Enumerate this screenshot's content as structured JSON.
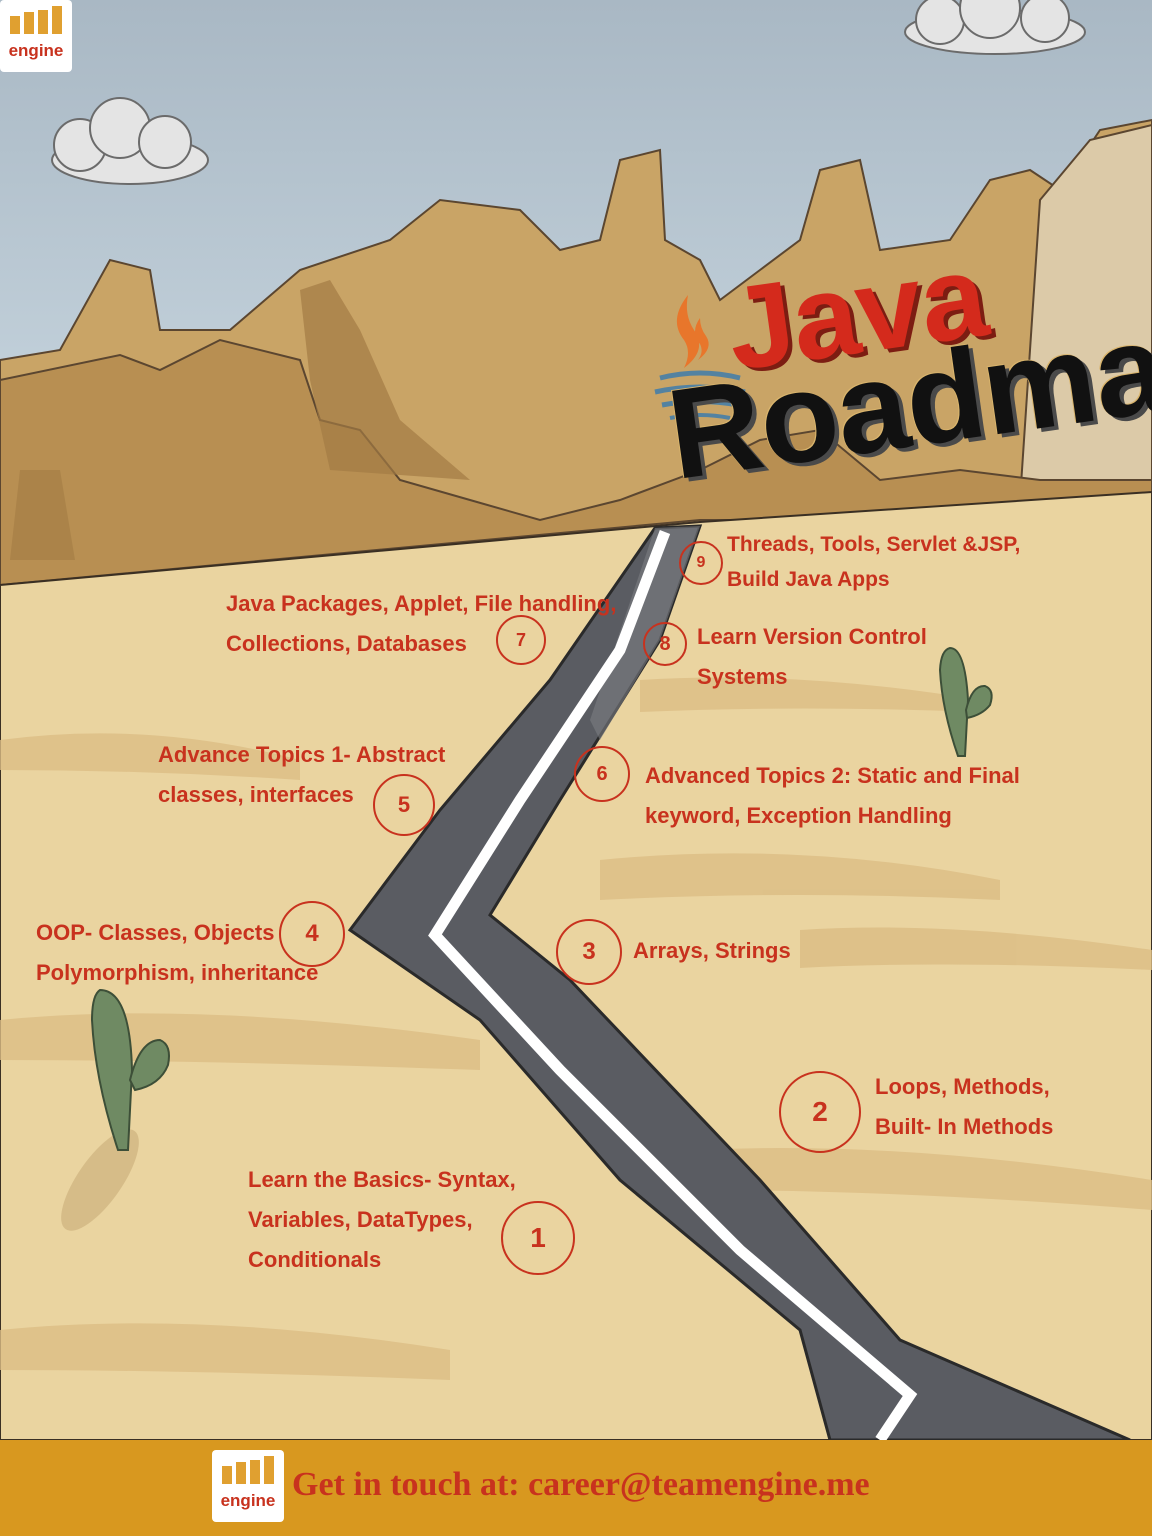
{
  "title": {
    "line1": "Java",
    "line2": "Roadmap"
  },
  "logo": {
    "word": "engine",
    "brand": "TeamEngine"
  },
  "steps": [
    {
      "number": "1",
      "lines": [
        "Learn the Basics- Syntax,",
        "Variables, DataTypes,",
        "Conditionals"
      ]
    },
    {
      "number": "2",
      "lines": [
        "Loops, Methods,",
        "Built- In Methods"
      ]
    },
    {
      "number": "3",
      "lines": [
        "Arrays, Strings"
      ]
    },
    {
      "number": "4",
      "lines": [
        "OOP- Classes, Objects",
        "Polymorphism, inheritance"
      ]
    },
    {
      "number": "5",
      "lines": [
        "Advance Topics 1- Abstract",
        "classes, interfaces"
      ]
    },
    {
      "number": "6",
      "lines": [
        "Advanced Topics 2: Static and Final",
        "keyword, Exception Handling"
      ]
    },
    {
      "number": "7",
      "lines": [
        "Java Packages, Applet, File handling,",
        "Collections, Databases"
      ]
    },
    {
      "number": "8",
      "lines": [
        "Learn Version Control",
        "Systems"
      ]
    },
    {
      "number": "9",
      "lines": [
        "Threads, Tools, Servlet &JSP,",
        "Build Java Apps"
      ]
    }
  ],
  "footer": {
    "text": "Get in touch at: career@teamengine.me"
  },
  "colors": {
    "accent": "#c8321e",
    "sky": "#b9ccd8",
    "sand": "#ead4a0",
    "rock": "#c9a466",
    "road": "#5a5c62",
    "footer": "#d8981f",
    "cactus": "#6f8a63"
  },
  "icons": [
    "java-cup-icon",
    "cloud-icon",
    "cactus-icon",
    "team-engine-logo"
  ]
}
